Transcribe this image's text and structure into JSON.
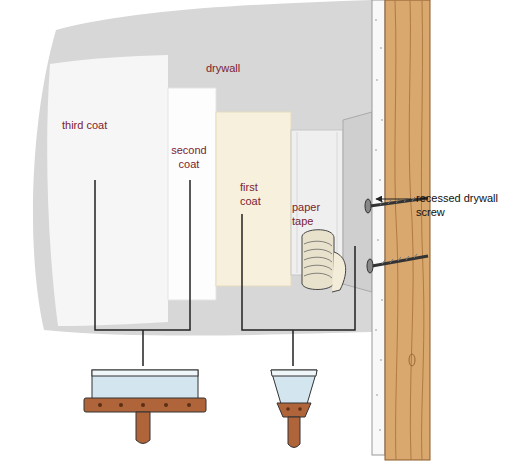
{
  "diagram": {
    "labels": [
      "drywall",
      "third coat",
      "second coat",
      "first coat",
      "paper tape",
      "recessed drywall screw"
    ]
  }
}
